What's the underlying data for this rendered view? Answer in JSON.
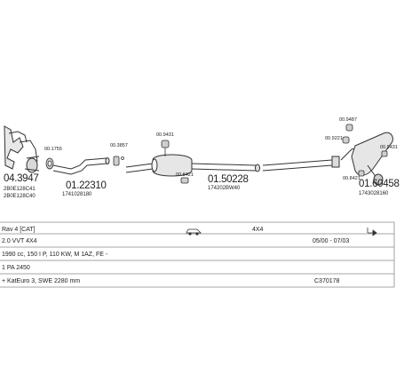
{
  "parts": {
    "p1": {
      "number": "04.3947",
      "codes": [
        "2B0E128C41",
        "2B0E128C40"
      ]
    },
    "p2": {
      "number": "01.22310",
      "code": "1741028180"
    },
    "p3": {
      "number": "01.50228",
      "code": "174202BW40"
    },
    "p4": {
      "number": "01.60458",
      "code": "1743028160"
    }
  },
  "small_refs": [
    "00.1755",
    "00.3857",
    "00.9431",
    "00.8421",
    "00.9487",
    "00.9221",
    "00.9431",
    "00.8421"
  ],
  "table": {
    "model": "Rav 4 [CAT]",
    "body_icon": "car-body-icon",
    "drive": "4X4",
    "vehicle": "2.0 VVT 4X4",
    "period": "05/00 - 07/03",
    "engine": "1990 cc, 150 I P, 110 KW, M 1AZ, FE -",
    "reference": "1 PA 2450",
    "extra": "+ KatEuro 3, SWE 2280 mm",
    "code": "C370178"
  }
}
